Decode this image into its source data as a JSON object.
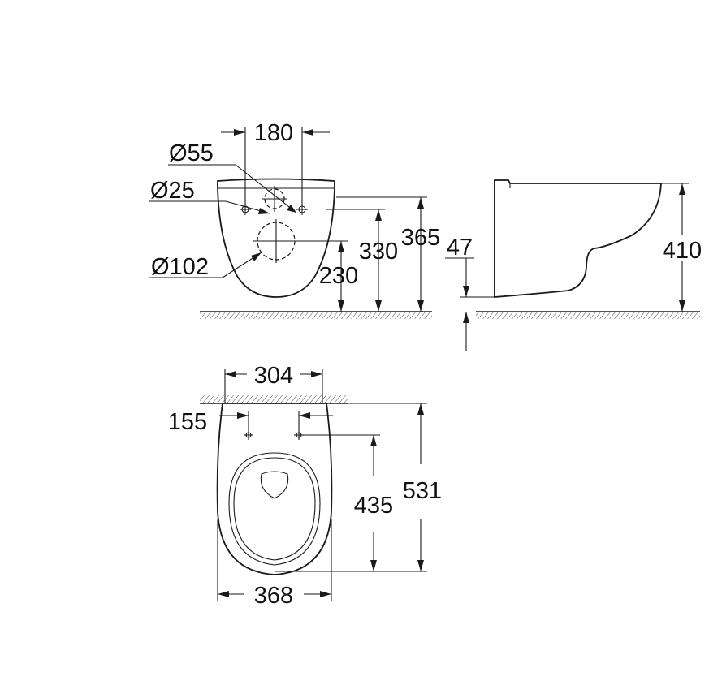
{
  "front_view": {
    "dim_hole_spacing": "180",
    "dim_dia_waste_inlet": "Ø55",
    "dim_dia_fixing_holes": "Ø25",
    "dim_dia_outlet": "Ø102",
    "dim_outlet_height": "230",
    "dim_fixing_height": "330",
    "dim_total_height": "365"
  },
  "side_view": {
    "dim_floor_clearance": "47",
    "dim_top_height": "410"
  },
  "top_view": {
    "dim_bolt_spacing": "304",
    "dim_bolt_offset": "155",
    "dim_width": "368",
    "dim_seat_depth": "435",
    "dim_total_depth": "531"
  },
  "colors": {
    "line": "#1a1a1a",
    "background": "#ffffff"
  }
}
